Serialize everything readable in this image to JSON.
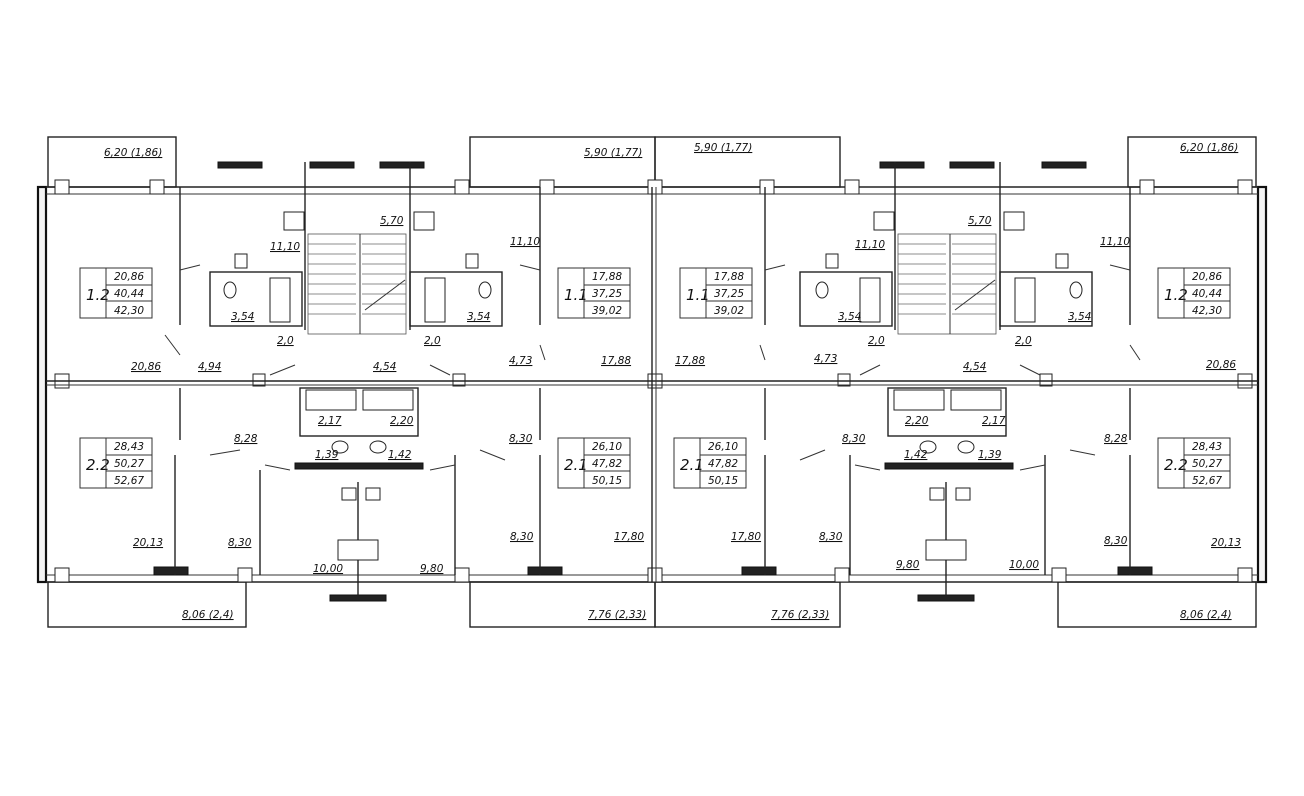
{
  "plan": {
    "balconies": [
      "6,20 (1,86)",
      "5,90 (1,77)",
      "5,90 (1,77)",
      "6,20 (1,86)",
      "8,06 (2,4)",
      "7,76 (2,33)",
      "7,76 (2,33)",
      "8,06 (2,4)"
    ],
    "apartments": [
      {
        "tag": "1.2",
        "living": "20,86",
        "total": "40,44",
        "full": "42,30"
      },
      {
        "tag": "1.1",
        "living": "17,88",
        "total": "37,25",
        "full": "39,02"
      },
      {
        "tag": "1.1",
        "living": "17,88",
        "total": "37,25",
        "full": "39,02"
      },
      {
        "tag": "1.2",
        "living": "20,86",
        "total": "40,44",
        "full": "42,30"
      },
      {
        "tag": "2.2",
        "living": "28,43",
        "total": "50,27",
        "full": "52,67"
      },
      {
        "tag": "2.1",
        "living": "26,10",
        "total": "47,82",
        "full": "50,15"
      },
      {
        "tag": "2.1",
        "living": "26,10",
        "total": "47,82",
        "full": "50,15"
      },
      {
        "tag": "2.2",
        "living": "28,43",
        "total": "50,27",
        "full": "52,67"
      }
    ],
    "room_areas": {
      "r1": "11,10",
      "r2": "11,10",
      "r3": "11,10",
      "r4": "11,10",
      "st1": "5,70",
      "st2": "5,70",
      "b1": "3,54",
      "b2": "3,54",
      "b3": "3,54",
      "b4": "3,54",
      "w1": "2,0",
      "w2": "2,0",
      "w3": "2,0",
      "w4": "2,0",
      "lv1": "20,86",
      "lv2": "4,94",
      "lv3": "4,54",
      "lv4": "4,73",
      "lv5": "17,88",
      "lv6": "17,88",
      "lv7": "4,73",
      "lv8": "4,54",
      "lv9": "20,86",
      "bt1": "2,17",
      "bt2": "2,20",
      "bt3": "2,20",
      "bt4": "2,17",
      "t1": "1,39",
      "t2": "1,42",
      "t3": "1,42",
      "t4": "1,39",
      "k1": "8,28",
      "k2": "8,30",
      "k3": "8,30",
      "k4": "8,28",
      "c1": "20,13",
      "c2": "8,30",
      "c3": "10,00",
      "c4": "9,80",
      "c5": "8,30",
      "c6": "17,80",
      "c7": "17,80",
      "c8": "8,30",
      "c9": "9,80",
      "c10": "10,00",
      "c11": "8,30",
      "c12": "20,13"
    }
  }
}
